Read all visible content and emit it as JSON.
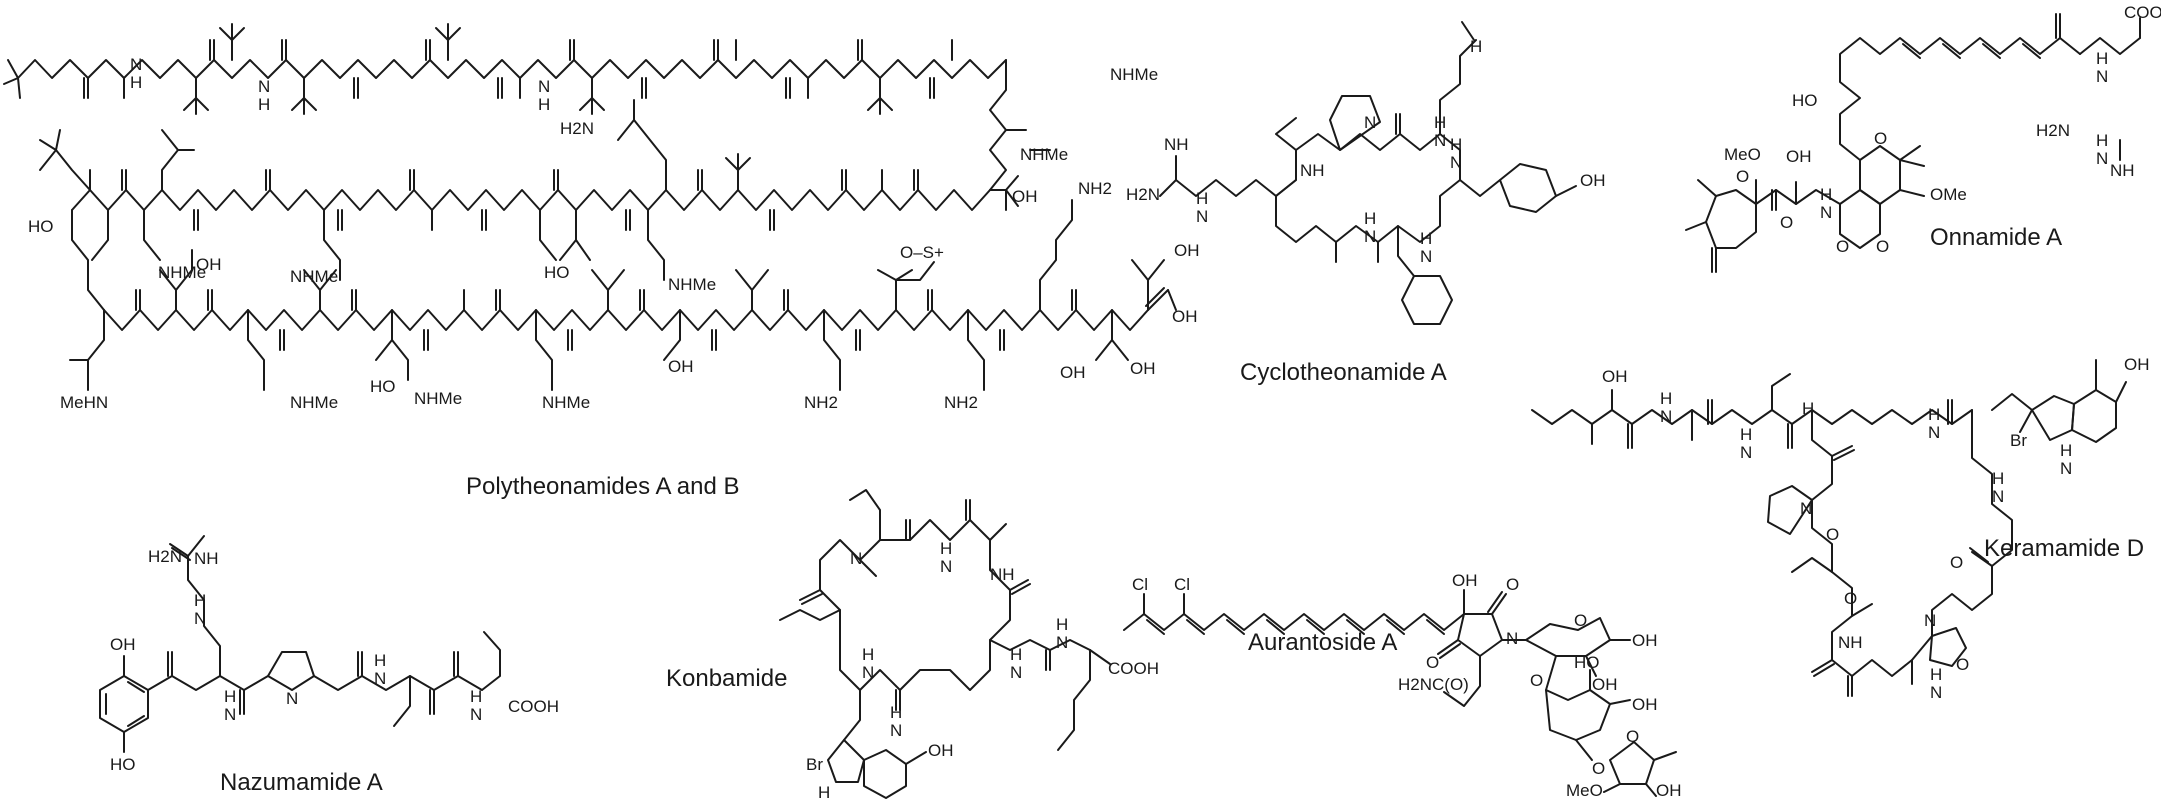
{
  "compounds": {
    "polytheonamides": {
      "name": "Polytheonamides A and B"
    },
    "nazumamide": {
      "name": "Nazumamide A"
    },
    "konbamide": {
      "name": "Konbamide"
    },
    "cyclotheonamide": {
      "name": "Cyclotheonamide A"
    },
    "aurantoside": {
      "name": "Aurantoside A"
    },
    "onnamide": {
      "name": "Onnamide A"
    },
    "keramamide": {
      "name": "Keramamide D"
    }
  },
  "atom_labels": {
    "nh": "NH",
    "n_h": "N\nH",
    "h_n": "H\nN",
    "n": "N",
    "o": "O",
    "oh": "OH",
    "ho": "HO",
    "nhme": "NHMe",
    "mehn": "MeHN",
    "nh2": "NH2",
    "h2n": "H2N",
    "cooh": "COOH",
    "h": "H",
    "cl": "Cl",
    "br": "Br",
    "ome": "OMe",
    "meo": "MeO",
    "s_oxide": "O–S+",
    "h2nc_o": "H2NC(O)"
  }
}
